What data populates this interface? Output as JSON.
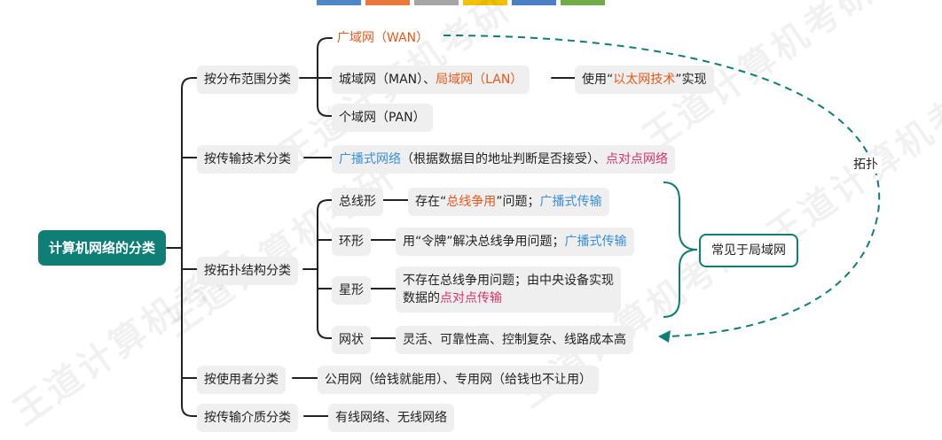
{
  "root": {
    "label": "计算机网络的分类"
  },
  "watermark": "王道计算机考研",
  "header_colors": [
    "#4f86c6",
    "#e8783c",
    "#a5a5a5",
    "#f2c200",
    "#4a7ec7",
    "#70ad47"
  ],
  "categories": {
    "range": {
      "label": "按分布范围分类",
      "wan": "广域网（WAN）",
      "man_prefix": "城域网（MAN）、",
      "lan": "局域网（LAN）",
      "ethernet_prefix": "使用“",
      "ethernet_highlight": "以太网技术",
      "ethernet_suffix": "”实现",
      "pan": "个域网（PAN）"
    },
    "transmission": {
      "label": "按传输技术分类",
      "broadcast": "广播式网络",
      "middle": "（根据数据目的地址判断是否接受）、",
      "p2p": "点对点网络"
    },
    "topology": {
      "label": "按拓扑结构分类",
      "bus": {
        "label": "总线形",
        "desc_prefix": "存在“",
        "desc_highlight": "总线争用",
        "desc_middle": "”问题；",
        "desc_blue": "广播式传输"
      },
      "ring": {
        "label": "环形",
        "desc_prefix": "用“令牌”解决总线争用问题；",
        "desc_blue": "广播式传输"
      },
      "star": {
        "label": "星形",
        "desc_line1": "不存在总线争用问题；由中央设备实现",
        "desc_line2_prefix": "数据的",
        "desc_line2_pink": "点对点传输"
      },
      "mesh": {
        "label": "网状",
        "desc": "灵活、可靠性高、控制复杂、线路成本高"
      },
      "lan_note": "常见于局域网",
      "topology_label": "拓扑"
    },
    "user": {
      "label": "按使用者分类",
      "desc": "公用网（给钱就能用）、专用网（给钱也不让用）"
    },
    "medium": {
      "label": "按传输介质分类",
      "desc": "有线网络、无线网络"
    }
  }
}
